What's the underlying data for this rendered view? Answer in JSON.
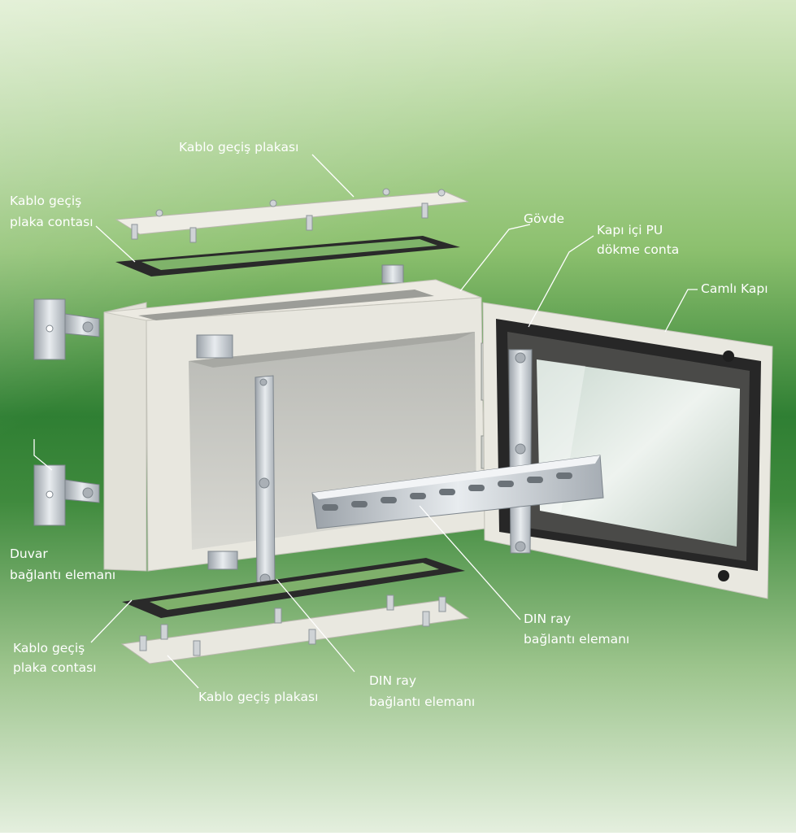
{
  "labels": {
    "top_plate": "Kablo geçiş plakası",
    "top_gasket_1": "Kablo geçiş",
    "top_gasket_2": "plaka contası",
    "body": "Gövde",
    "pu_gasket_1": "Kapı içi PU",
    "pu_gasket_2": "dökme conta",
    "glass_door": "Camlı Kapı",
    "wall_mount_1": "Duvar",
    "wall_mount_2": "bağlantı elemanı",
    "din_right_1": "DIN ray",
    "din_right_2": "bağlantı elemanı",
    "bottom_gasket_1": "Kablo geçiş",
    "bottom_gasket_2": "plaka contası",
    "bottom_plate": "Kablo geçiş plakası",
    "din_bottom_1": "DIN ray",
    "din_bottom_2": "bağlantı elemanı"
  },
  "colors": {
    "bg_top": "#d4e8c2",
    "bg_mid": "#2e7d32",
    "bg_bottom": "#e3eedc",
    "enclosure": "#e9e8e0",
    "gasket": "#2b2b2b",
    "metal": "#c9ced4",
    "label_text": "#ffffff"
  }
}
